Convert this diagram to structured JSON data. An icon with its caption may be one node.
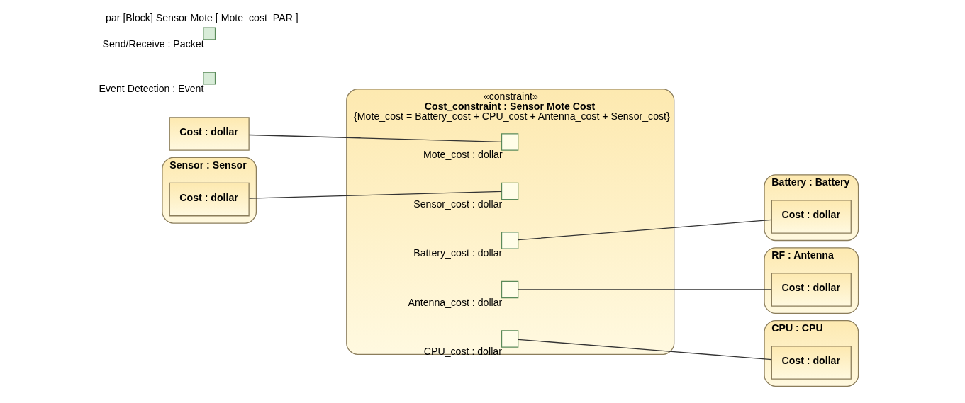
{
  "diagram": {
    "title": "par [Block] Sensor Mote [ Mote_cost_PAR ]",
    "nodes": [
      {
        "text": [
          "Cost : dollar"
        ]
      },
      {
        "text": [
          "Sensor : Sensor"
        ]
      },
      {
        "text": [
          "Cost : dollar"
        ],
        "in": 1
      },
      {
        "text": [
          "«constraint»",
          "Cost_constraint : Sensor Mote Cost",
          "{Mote_cost = Battery_cost + CPU_cost + Antenna_cost + Sensor_cost}"
        ]
      },
      {
        "text": [],
        "shape": "box",
        "in": 3,
        "beside": [
          "Mote_cost : dollar"
        ]
      },
      {
        "text": [],
        "shape": "box",
        "in": 3,
        "beside": [
          "Sensor_cost : dollar"
        ]
      },
      {
        "text": [],
        "shape": "box",
        "in": 3,
        "beside": [
          "Battery_cost : dollar"
        ]
      },
      {
        "text": [],
        "shape": "box",
        "in": 3,
        "beside": [
          "Antenna_cost : dollar"
        ]
      },
      {
        "text": [],
        "shape": "box",
        "in": 3,
        "beside": [
          "CPU_cost : dollar"
        ]
      },
      {
        "text": [
          "Battery : Battery"
        ]
      },
      {
        "text": [
          "Cost : dollar"
        ],
        "in": 9
      },
      {
        "text": [
          "RF : Antenna"
        ]
      },
      {
        "text": [
          "Cost : dollar"
        ],
        "in": 11
      },
      {
        "text": [
          "CPU : CPU"
        ]
      },
      {
        "text": [
          "Cost : dollar"
        ],
        "in": 13
      },
      {
        "text": [],
        "shape": "box",
        "beside": [
          "Event Detection : Event"
        ]
      },
      {
        "text": [],
        "shape": "box",
        "beside": [
          "Send/Receive : Packet"
        ]
      }
    ],
    "edges": [
      {
        "from": 0,
        "to": 4,
        "arrow": "none"
      },
      {
        "from": 2,
        "to": 5,
        "arrow": "none"
      },
      {
        "from": 6,
        "to": 10,
        "arrow": "none"
      },
      {
        "from": 7,
        "to": 12,
        "arrow": "none"
      },
      {
        "from": 8,
        "to": 14,
        "arrow": "none"
      }
    ]
  }
}
